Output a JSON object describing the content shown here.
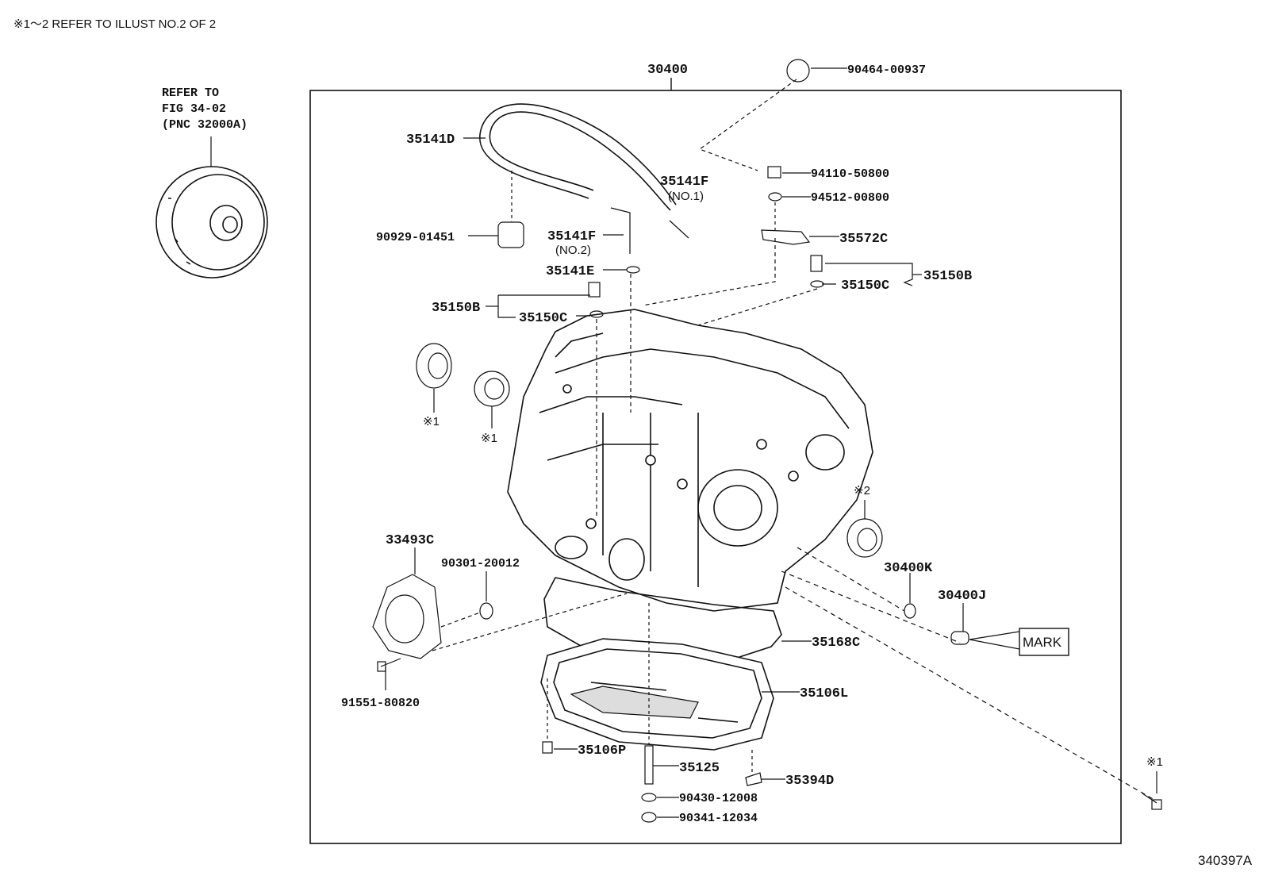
{
  "header_note": "※1～2 REFER TO ILLUST NO.2 OF 2",
  "figure_id": "340397A",
  "assembly_label": "30400",
  "refer_note": [
    "REFER TO",
    "FIG 34-02",
    "(PNC 32000A)"
  ],
  "parts": {
    "p_90464_00937": "90464-00937",
    "p_94110_50800": "94110-50800",
    "p_94512_00800": "94512-00800",
    "p_35141D": "35141D",
    "p_35141F_1": "35141F",
    "p_35141F_1_sub": "(NO.1)",
    "p_35141F_2": "35141F",
    "p_35141F_2_sub": "(NO.2)",
    "p_90929_01451": "90929-01451",
    "p_35572C": "35572C",
    "p_35141E": "35141E",
    "p_35150B_left": "35150B",
    "p_35150C_left": "35150C",
    "p_35150B_right": "35150B",
    "p_35150C_right": "35150C",
    "p_33493C": "33493C",
    "p_90301_20012": "90301-20012",
    "p_91551_80820": "91551-80820",
    "p_30400K": "30400K",
    "p_30400J": "30400J",
    "p_mark": "MARK",
    "p_35168C": "35168C",
    "p_35106L": "35106L",
    "p_35106P": "35106P",
    "p_35125": "35125",
    "p_35394D": "35394D",
    "p_90430_12008": "90430-12008",
    "p_90341_12034": "90341-12034"
  },
  "refs": {
    "r1_a": "※1",
    "r1_b": "※1",
    "r2": "※2",
    "r1_c": "※1"
  }
}
